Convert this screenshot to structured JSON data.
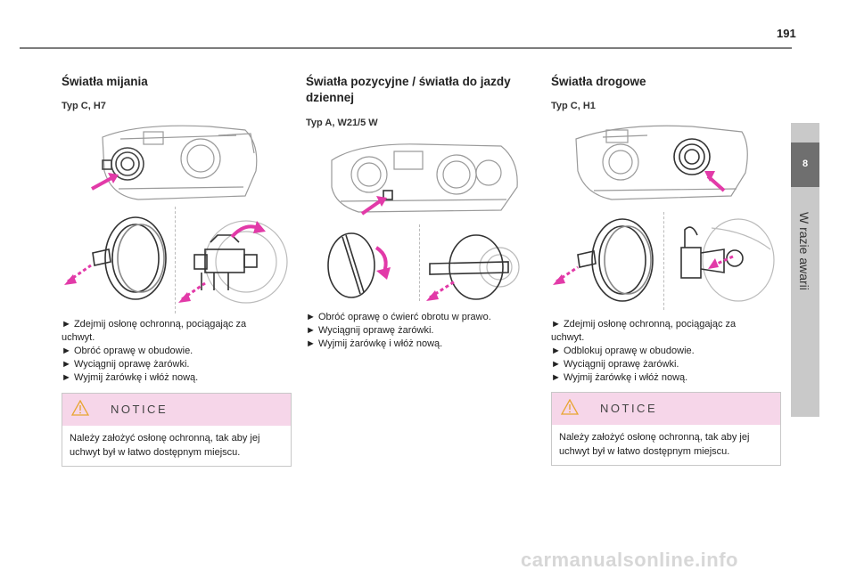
{
  "page": {
    "number": "191"
  },
  "side_tab": {
    "chapter": "8",
    "label": "W razie awarii"
  },
  "columns": [
    {
      "title": "Światła mijania",
      "subtitle": "Typ C, H7",
      "steps": [
        "► Zdejmij osłonę ochronną, pociągając za",
        "uchwyt.",
        "► Obróć oprawę w obudowie.",
        "► Wyciągnij oprawę żarówki.",
        "► Wyjmij żarówkę i włóż nową."
      ],
      "notice": {
        "title": "NOTICE",
        "lines": [
          "Należy założyć osłonę ochronną, tak aby jej",
          "uchwyt był w łatwo dostępnym miejscu."
        ]
      }
    },
    {
      "title_lines": [
        "Światła pozycyjne / światła do jazdy",
        "dziennej"
      ],
      "subtitle": "Typ A, W21/5 W",
      "steps": [
        "► Obróć oprawę o ćwierć obrotu w prawo.",
        "► Wyciągnij oprawę żarówki.",
        "► Wyjmij żarówkę i włóż nową."
      ]
    },
    {
      "title": "Światła drogowe",
      "subtitle": "Typ C, H1",
      "steps": [
        "► Zdejmij osłonę ochronną, pociągając za",
        "uchwyt.",
        "► Odblokuj oprawę w obudowie.",
        "► Wyciągnij oprawę żarówki.",
        "► Wyjmij żarówkę i włóż nową."
      ],
      "notice": {
        "title": "NOTICE",
        "lines": [
          "Należy założyć osłonę ochronną, tak aby jej",
          "uchwyt był w łatwo dostępnym miejscu."
        ]
      }
    }
  ],
  "watermark": "carmanualsonline.info",
  "colors": {
    "accent_arrow": "#e23aa8",
    "notice_header": "#f6d6e9",
    "tab_dark": "#6f6f6f",
    "tab_light": "#c9c9c9"
  },
  "icons": {
    "notice": "warning-triangle-icon"
  }
}
